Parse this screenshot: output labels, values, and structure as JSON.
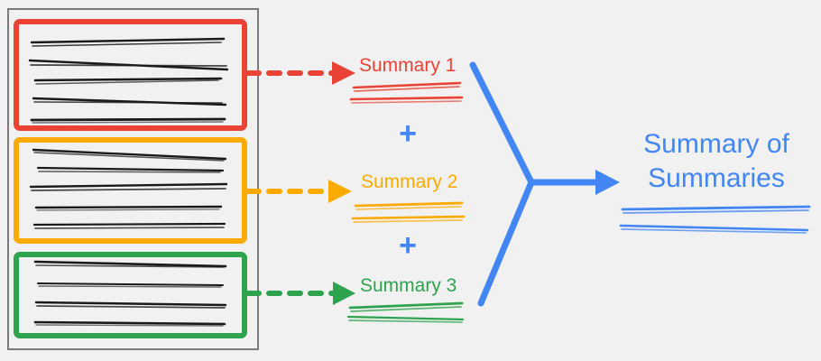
{
  "diagram": {
    "title": "Summary of Summaries",
    "background_color": "#f1f1f1",
    "colors": {
      "red": "#EA4335",
      "orange": "#FBAB00",
      "green": "#2EA34E",
      "blue": "#4285F4",
      "document_outline": "#7a7a7a",
      "text_line": "#1a1a1a"
    },
    "document_container": {
      "name": "source-document",
      "border_color": "#7a7a7a"
    },
    "chunks": [
      {
        "id": "chunk-1",
        "color": "#EA4335",
        "text_line_count": 5,
        "arrow_style": "dashed",
        "summary_label": "Summary 1",
        "summary_line_count": 2
      },
      {
        "id": "chunk-2",
        "color": "#FBAB00",
        "text_line_count": 5,
        "arrow_style": "dashed",
        "summary_label": "Summary 2",
        "summary_line_count": 2
      },
      {
        "id": "chunk-3",
        "color": "#2EA34E",
        "text_line_count": 4,
        "arrow_style": "dashed",
        "summary_label": "Summary 3",
        "summary_line_count": 2
      }
    ],
    "operators": [
      {
        "id": "plus-1",
        "symbol": "+",
        "color": "#4285F4"
      },
      {
        "id": "plus-2",
        "symbol": "+",
        "color": "#4285F4"
      }
    ],
    "merge": {
      "name": "merge-connector",
      "color": "#4285F4",
      "style": "solid",
      "arrow_head": true
    },
    "final": {
      "label_line_1": "Summary of",
      "label_line_2": "Summaries",
      "color": "#4285F4",
      "summary_line_count": 2
    }
  }
}
